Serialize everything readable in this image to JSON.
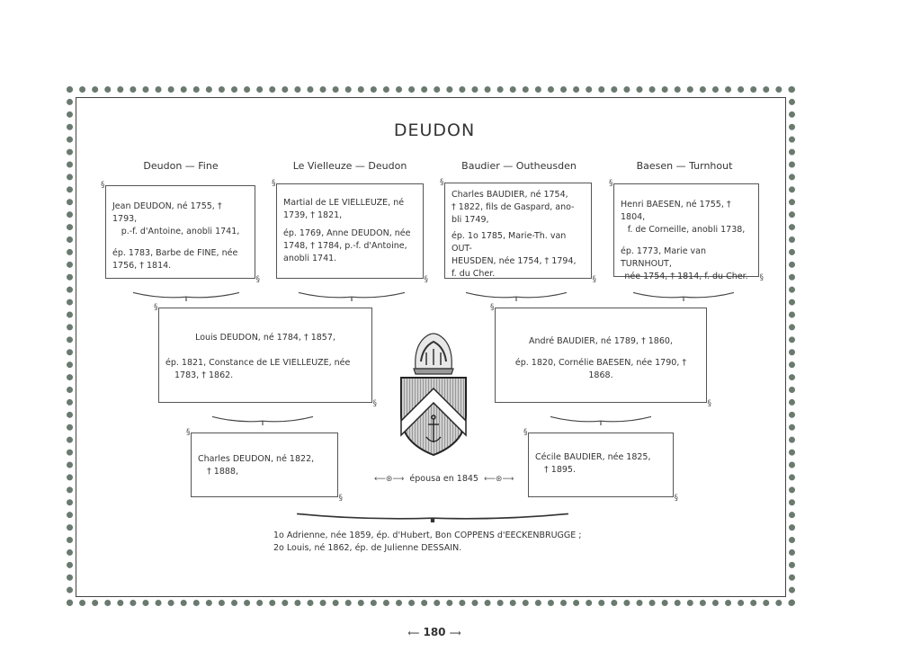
{
  "title": "DEUDON",
  "columns": [
    {
      "heading": "Deudon — Fine",
      "lines1": [
        "Jean DEUDON, né 1755, † 1793,",
        "p.-f. d'Antoine, anobli 1741,"
      ],
      "lines2": [
        "ép. 1783, Barbe de FINE, née",
        "1756, † 1814."
      ]
    },
    {
      "heading": "Le Vielleuze — Deudon",
      "lines1": [
        "Martial de LE VIELLEUZE, né",
        "1739, † 1821,"
      ],
      "lines2": [
        "ép. 1769, Anne DEUDON, née",
        "1748, † 1784, p.-f. d'Antoine,",
        "anobli 1741."
      ]
    },
    {
      "heading": "Baudier — Outheusden",
      "lines1": [
        "Charles BAUDIER, né 1754,",
        "† 1822, fils de Gaspard, ano-",
        "bli 1749,"
      ],
      "lines2": [
        "ép. 1o 1785, Marie-Th. van OUT-",
        "HEUSDEN, née 1754, † 1794,",
        "f. du Cher."
      ]
    },
    {
      "heading": "Baesen — Turnhout",
      "lines1": [
        "Henri BAESEN, né 1755, † 1804,",
        "f. de Corneille, anobli 1738,"
      ],
      "lines2": [
        "ép. 1773, Marie van TURNHOUT,",
        "née 1754, † 1814, f. du Cher."
      ]
    }
  ],
  "second_gen": [
    {
      "lines1": [
        "Louis DEUDON, né 1784, † 1857,"
      ],
      "lines2": [
        "ép. 1821, Constance de LE VIELLEUZE, née",
        "1783, † 1862."
      ]
    },
    {
      "lines1": [
        "André BAUDIER, né 1789, † 1860,"
      ],
      "lines2": [
        "ép. 1820, Cornélie BAESEN, née 1790, † 1868."
      ]
    }
  ],
  "third_gen": [
    {
      "lines1": [
        "Charles DEUDON, né 1822,",
        "† 1888,"
      ]
    },
    {
      "lines1": [
        "Cécile BAUDIER, née 1825,",
        "† 1895."
      ]
    }
  ],
  "married_text": "épousa en 1845",
  "children": [
    "1o Adrienne, née 1859, ép. d'Hubert, Bon COPPENS d'EECKENBRUGGE ;",
    "2o Louis, né 1862, ép. de Julienne DESSAIN."
  ],
  "page_number": "180",
  "colors": {
    "border": "#6a7a6f",
    "text": "#333333"
  }
}
